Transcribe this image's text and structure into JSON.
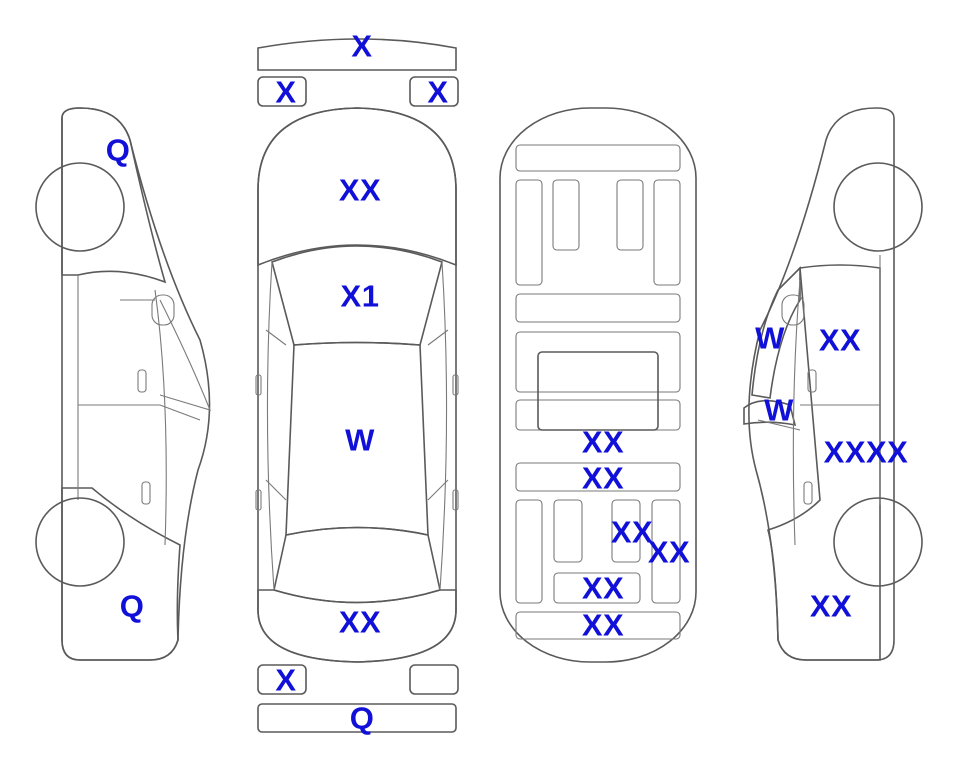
{
  "colors": {
    "orange": "#F9A62A",
    "light_blue": "#DFF5FC",
    "white": "#FFFFFF",
    "outline": "#5A5A5A",
    "label": "#1010D8"
  },
  "labels": {
    "roof_front_bar": "X",
    "mirror_left": "X",
    "mirror_right": "X",
    "hood": "XX",
    "windshield": "X1",
    "roof": "W",
    "trunk": "XX",
    "rear_light_left": "X",
    "rear_bumper": "Q",
    "left_front_fender": "Q",
    "left_rear_quarter": "Q",
    "under_cross_1": "XX",
    "under_cross_2": "XX",
    "under_small_1": "XX",
    "under_small_2": "XX",
    "under_cross_3": "XX",
    "under_cross_4": "XX",
    "right_a_pillar": "W",
    "right_front_door": "XX",
    "right_b_pillar": "W",
    "right_rear_door": "XXXX",
    "right_rear_quarter": "XX"
  }
}
